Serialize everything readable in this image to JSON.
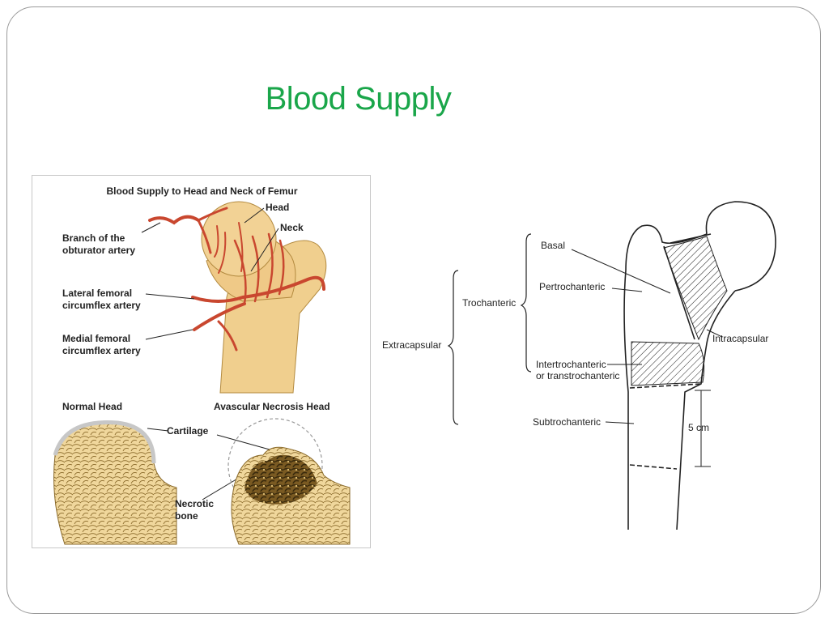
{
  "slide": {
    "title": "Blood Supply"
  },
  "left_figure": {
    "title": "Blood Supply to Head and Neck of Femur",
    "labels": {
      "head": "Head",
      "neck": "Neck",
      "obturator_1": "Branch of the",
      "obturator_2": "obturator artery",
      "lateral_1": "Lateral femoral",
      "lateral_2": "circumflex artery",
      "medial_1": "Medial femoral",
      "medial_2": "circumflex artery",
      "normal_head": "Normal Head",
      "avn_head": "Avascular Necrosis Head",
      "cartilage": "Cartilage",
      "necrotic_1": "Necrotic",
      "necrotic_2": "bone"
    },
    "colors": {
      "bone": "#f0cf8e",
      "artery": "#c9472f",
      "trabecular": "#8a6a2a"
    }
  },
  "right_figure": {
    "labels": {
      "basal": "Basal",
      "pertrochanteric": "Pertrochanteric",
      "trochanteric": "Trochanteric",
      "extracapsular": "Extracapsular",
      "intracapsular": "Intracapsular",
      "intertrochanteric_1": "Intertrochanteric",
      "intertrochanteric_2": "or transtrochanteric",
      "subtrochanteric": "Subtrochanteric",
      "five_cm": "5 cm"
    }
  }
}
